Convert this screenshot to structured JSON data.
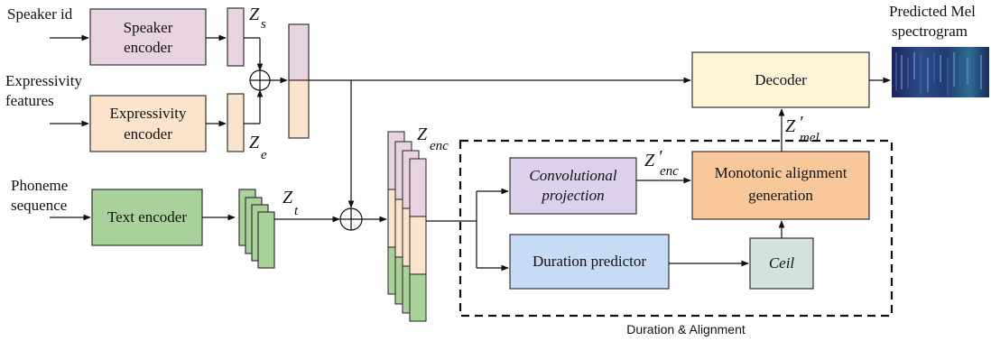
{
  "inputs": {
    "speaker_id": "Speaker id",
    "expressivity_line1": "Expressivity",
    "expressivity_line2": "features",
    "phoneme_line1": "Phoneme",
    "phoneme_line2": "sequence"
  },
  "blocks": {
    "speaker_encoder_line1": "Speaker",
    "speaker_encoder_line2": "encoder",
    "expressivity_encoder_line1": "Expressivity",
    "expressivity_encoder_line2": "encoder",
    "text_encoder": "Text encoder",
    "decoder": "Decoder",
    "conv_proj_line1": "Convolutional",
    "conv_proj_line2": "projection",
    "duration_predictor": "Duration predictor",
    "ceil": "Ceil",
    "monotonic_line1": "Monotonic alignment",
    "monotonic_line2": "generation"
  },
  "variables": {
    "z_s_main": "Z",
    "z_s_sub": "s",
    "z_e_main": "Z",
    "z_e_sub": "e",
    "z_t_main": "Z",
    "z_t_sub": "t",
    "z_enc_main": "Z",
    "z_enc_sub": "enc",
    "z_enc_prime_main": "Z",
    "z_enc_prime_sub": "enc",
    "prime": "'",
    "z_mel_prime_main": "Z",
    "z_mel_prime_sub": "mel"
  },
  "output": {
    "line1": "Predicted Mel",
    "line2": "spectrogram"
  },
  "group_label": "Duration & Alignment",
  "colors": {
    "speaker": "#e8d3e0",
    "expressivity": "#fbe3cc",
    "text": "#a9d29a",
    "decoder": "#fff3d8",
    "conv": "#ddd0ea",
    "duration": "#c7dbf5",
    "ceil": "#d3e2dd",
    "monotonic": "#f8c89a",
    "mel_dark": "#1f1a5e"
  }
}
